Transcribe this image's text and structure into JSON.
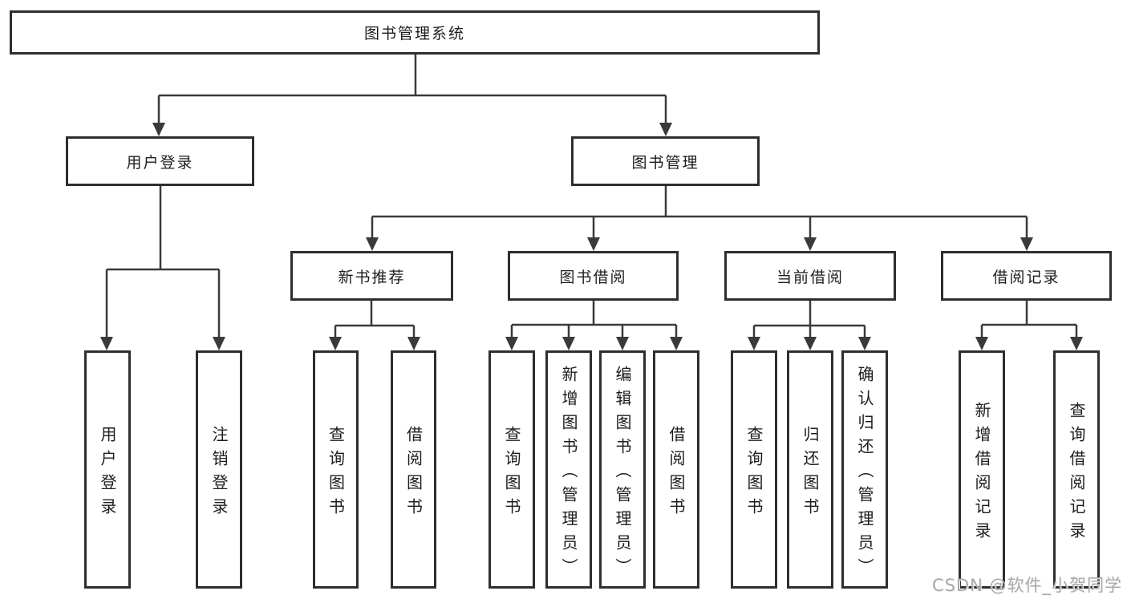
{
  "diagram": {
    "root": {
      "label": "图书管理系统",
      "children": [
        {
          "label": "用户登录",
          "children": [
            {
              "label": "用户登录"
            },
            {
              "label": "注销登录"
            }
          ]
        },
        {
          "label": "图书管理",
          "children": [
            {
              "label": "新书推荐",
              "children": [
                {
                  "label": "查询图书"
                },
                {
                  "label": "借阅图书"
                }
              ]
            },
            {
              "label": "图书借阅",
              "children": [
                {
                  "label": "查询图书"
                },
                {
                  "label": "新增图书（管理员）"
                },
                {
                  "label": "编辑图书（管理员）"
                },
                {
                  "label": "借阅图书"
                }
              ]
            },
            {
              "label": "当前借阅",
              "children": [
                {
                  "label": "查询图书"
                },
                {
                  "label": "归还图书"
                },
                {
                  "label": "确认归还（管理员）"
                }
              ]
            },
            {
              "label": "借阅记录",
              "children": [
                {
                  "label": "新增借阅记录"
                },
                {
                  "label": "查询借阅记录"
                }
              ]
            }
          ]
        }
      ]
    }
  },
  "watermark": "CSDN @软件_小贺同学",
  "colors": {
    "background": "#ffffff",
    "box_border": "#2e2e2e",
    "line": "#3a3a3a",
    "text": "#1d1d1d",
    "watermark": "#a9a9a9"
  }
}
